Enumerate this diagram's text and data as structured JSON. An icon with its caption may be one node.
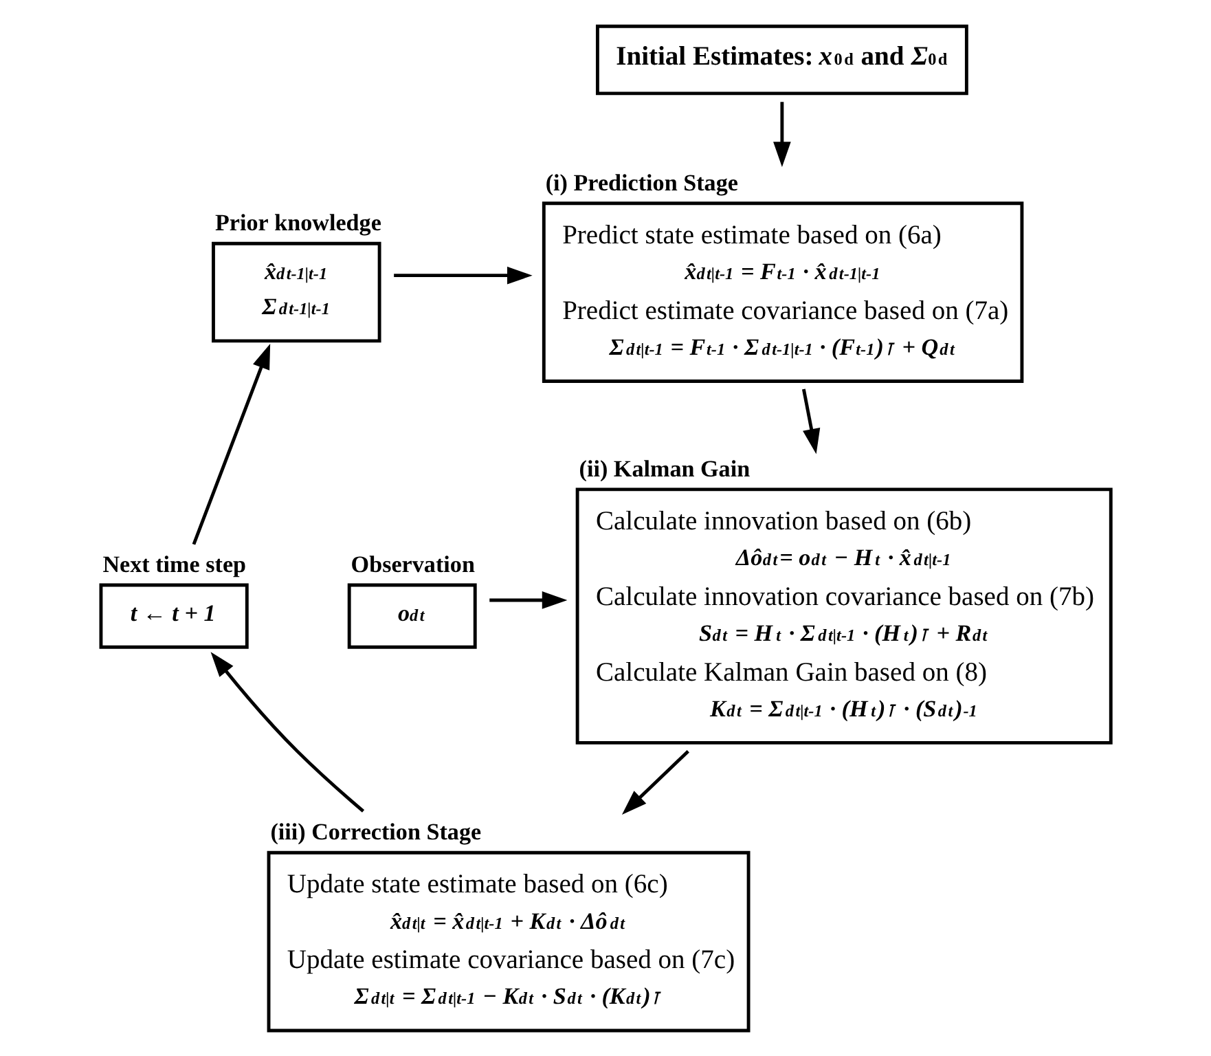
{
  "diagram": {
    "nodes": [
      {
        "text": [
          "Initial Estimates: *x*$_{0}$$^{d}$ and *Σ*$_{0}$$^{d}$"
        ]
      },
      {
        "text": [
          "(i) Prediction Stage",
          "Predict state estimate based on (6a)",
          "x̂$^{d}$$_{t|t-1}$ = F$_{t-1}$ · x̂$^{d}$$_{t-1|t-1}$",
          "Predict estimate covariance based on (7a)",
          "Σ$^{d}$$_{t|t-1}$ = F$_{t-1}$ · Σ$^{d}$$_{t-1|t-1}$ · (F$_{t-1}$)$^{⊺}$ + Q$^{d}$$_{t}$"
        ]
      },
      {
        "text": [
          "Prior knowledge",
          "x̂$^{d}$$_{t-1|t-1}$",
          "Σ$^{d}$$_{t-1|t-1}$"
        ]
      },
      {
        "text": [
          "(ii) Kalman Gain",
          "Calculate innovation based on (6b)",
          "Δô$^{d}$$_{t}$= o$^{d}$$_{t}$ − H$_{t}$ · x̂$^{d}$$_{t|t-1}$",
          "Calculate innovation covariance based on (7b)",
          "S$^{d}$$_{t}$ = H$_{t}$ · Σ$^{d}$$_{t|t-1}$ · (H$_{t}$)$^{⊺}$ + R$^{d}$$_{t}$",
          "Calculate Kalman Gain based on (8)",
          "K$^{d}$$_{t}$ = Σ$^{d}$$_{t|t-1}$ · (H$_{t}$)$^{⊺}$ · (S$^{d}$$_{t}$)$^{-1}$"
        ]
      },
      {
        "text": [
          "Next time step",
          "t ← t + 1"
        ]
      },
      {
        "text": [
          "Observation",
          "o$^{d}$$_{t}$"
        ]
      },
      {
        "text": [
          "(iii) Correction Stage",
          "Update state estimate based on (6c)",
          "x̂$^{d}$$_{t|t}$ = x̂$^{d}$$_{t|t-1}$ + K$^{d}$$_{t}$ · Δô$^{d}$$_{t}$",
          "Update estimate covariance based on (7c)",
          "Σ$^{d}$$_{t|t}$ = Σ$^{d}$$_{t|t-1}$ − K$^{d}$$_{t}$ · S$^{d}$$_{t}$ · (K$^{d}$$_{t}$)$^{⊺}$"
        ]
      }
    ],
    "edges": [
      {
        "from": 0,
        "to": 1,
        "arrow": "to"
      },
      {
        "from": 2,
        "to": 1,
        "arrow": "to"
      },
      {
        "from": 1,
        "to": 3,
        "arrow": "to"
      },
      {
        "from": 5,
        "to": 3,
        "arrow": "to"
      },
      {
        "from": 3,
        "to": 6,
        "arrow": "to"
      },
      {
        "from": 6,
        "to": 4,
        "arrow": "to"
      },
      {
        "from": 4,
        "to": 2,
        "arrow": "to"
      }
    ]
  }
}
